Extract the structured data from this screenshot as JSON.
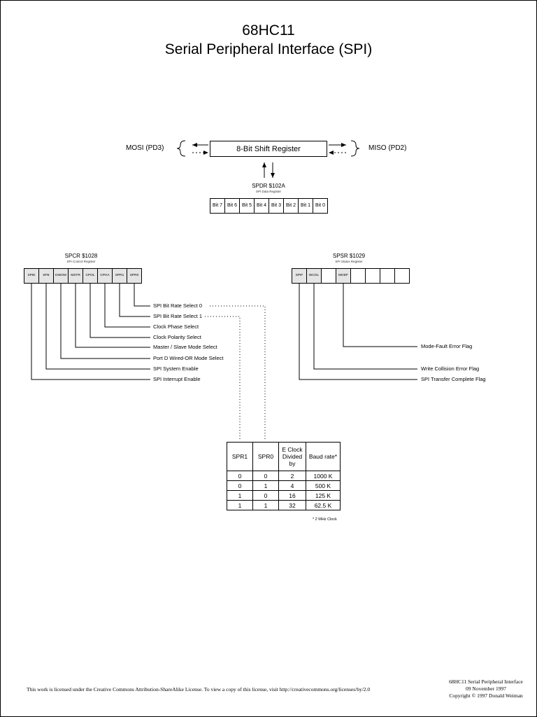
{
  "title": {
    "line1": "68HC11",
    "line2": "Serial Peripheral Interface  (SPI)"
  },
  "shift_register": {
    "label": "8-Bit Shift Register",
    "mosi": "MOSI  (PD3)",
    "miso": "MISO  (PD2)"
  },
  "spdr": {
    "name": "SPDR  $102A",
    "subtitle": "SPI Data Register",
    "bits": [
      "Bit 7",
      "Bit 6",
      "Bit 5",
      "Bit 4",
      "Bit 3",
      "Bit 2",
      "Bit 1",
      "Bit 0"
    ]
  },
  "spcr": {
    "name": "SPCR  $1028",
    "subtitle": "SPI Control Register",
    "bits": [
      "SPIE",
      "SPE",
      "DWOM",
      "MSTR",
      "CPOL",
      "CPHA",
      "SPR1",
      "SPR0"
    ],
    "descriptions": [
      "SPI Bit Rate Select 0",
      "SPI Bit Rate Select 1",
      "Clock Phase Select",
      "Clock Polarity Select",
      "Master / Slave Mode Select",
      "Port D Wired-OR Mode Select",
      "SPI System Enable",
      "SPI Interrupt Enable"
    ]
  },
  "spsr": {
    "name": "SPSR  $1029",
    "subtitle": "SPI Status Register",
    "bits": [
      "SPIF",
      "WCOL",
      "",
      "MODF",
      "",
      "",
      "",
      ""
    ],
    "descriptions": [
      "Mode-Fault Error Flag",
      "Write Collision Error Flag",
      "SPI Transfer Complete Flag"
    ]
  },
  "rate_table": {
    "headers": [
      "SPR1",
      "SPR0",
      "E Clock Divided by",
      "Baud rate*"
    ],
    "rows": [
      [
        "0",
        "0",
        "2",
        "1000 K"
      ],
      [
        "0",
        "1",
        "4",
        "500 K"
      ],
      [
        "1",
        "0",
        "16",
        "125 K"
      ],
      [
        "1",
        "1",
        "32",
        "62.5 K"
      ]
    ],
    "note": "* 2 MHz Clock"
  },
  "footer": {
    "license": "This work is licensed under the Creative Commons Attribution-ShareAlike License.  To view a copy of this license, visit  http://creativecommons.org/licenses/by/2.0",
    "right_line1": "68HC11 Serial Peripheral Interface",
    "right_line2": "09 November 1997",
    "right_line3": "Copyright © 1997 Donald Weiman"
  }
}
